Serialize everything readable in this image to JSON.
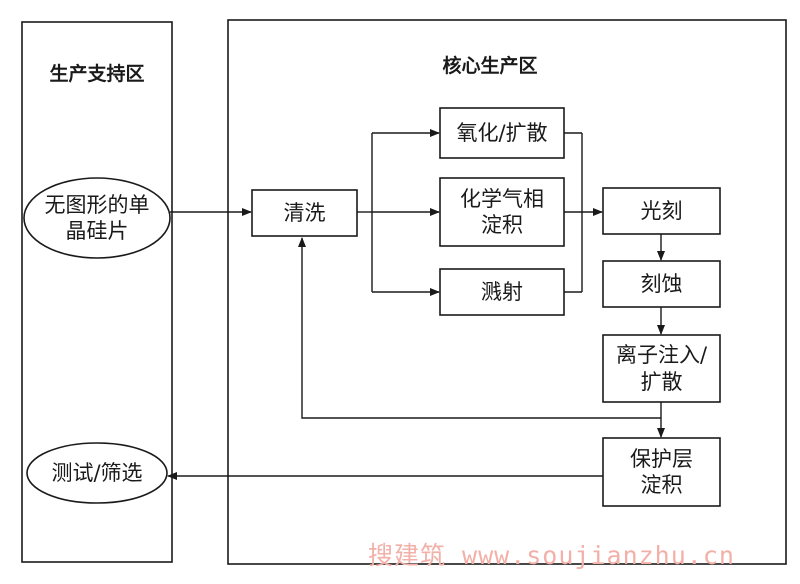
{
  "regions": {
    "support_title": "生产支持区",
    "core_title": "核心生产区"
  },
  "nodes": {
    "wafer": "无图形的单\n晶硅片",
    "test": "测试/筛选",
    "clean": "清洗",
    "oxidation": "氧化/扩散",
    "cvd": "化学气相\n淀积",
    "sputter": "溅射",
    "litho": "光刻",
    "etch": "刻蚀",
    "implant": "离子注入/\n扩散",
    "passivation": "保护层\n淀积"
  },
  "watermark": "搜建筑 www.soujianzhu.cn",
  "colors": {
    "line": "#1a1a1a",
    "watermark": "#f2b0a8"
  }
}
